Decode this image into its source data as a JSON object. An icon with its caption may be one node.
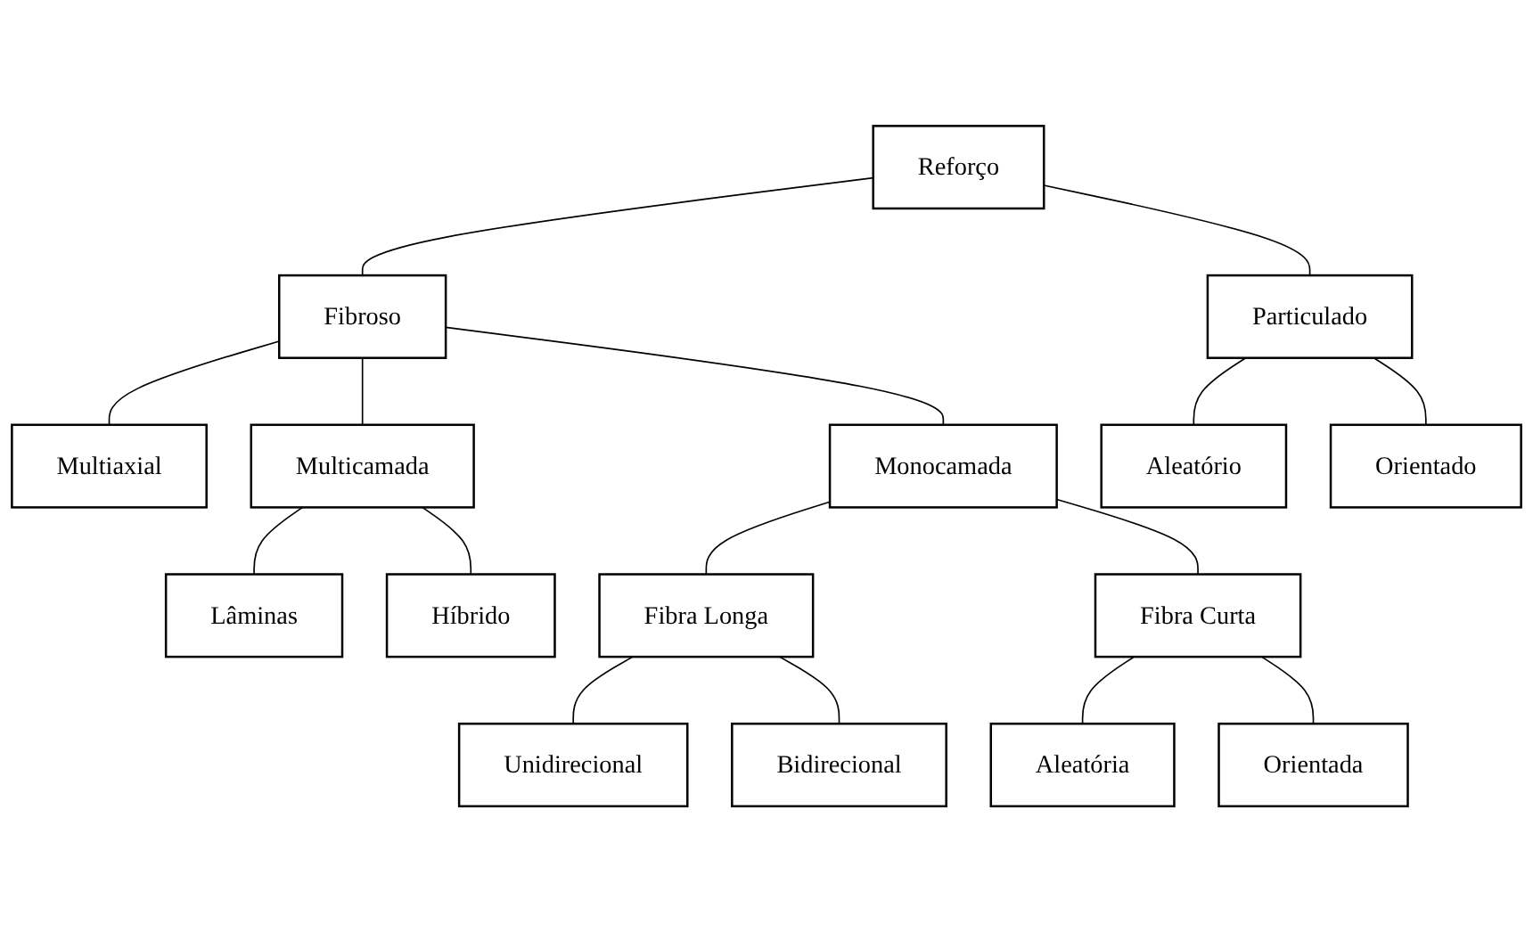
{
  "diagram": {
    "nodes": [
      {
        "text": [
          "Reforço"
        ]
      },
      {
        "text": [
          "Fibroso"
        ]
      },
      {
        "text": [
          "Particulado"
        ]
      },
      {
        "text": [
          "Multiaxial"
        ]
      },
      {
        "text": [
          "Multicamada"
        ]
      },
      {
        "text": [
          "Lâminas"
        ]
      },
      {
        "text": [
          "Híbrido"
        ]
      },
      {
        "text": [
          "Monocamada"
        ]
      },
      {
        "text": [
          "Fibra Longa"
        ]
      },
      {
        "text": [
          "Unidirecional"
        ]
      },
      {
        "text": [
          "Bidirecional"
        ]
      },
      {
        "text": [
          "Fibra Curta"
        ]
      },
      {
        "text": [
          "Aleatória"
        ]
      },
      {
        "text": [
          "Orientada"
        ]
      },
      {
        "text": [
          "Aleatório"
        ]
      },
      {
        "text": [
          "Orientado"
        ]
      }
    ],
    "edges": [
      {
        "from": 0,
        "to": 1,
        "arrow": "none"
      },
      {
        "from": 0,
        "to": 2,
        "arrow": "none"
      },
      {
        "from": 1,
        "to": 3,
        "arrow": "none"
      },
      {
        "from": 1,
        "to": 4,
        "arrow": "none"
      },
      {
        "from": 1,
        "to": 7,
        "arrow": "none"
      },
      {
        "from": 4,
        "to": 5,
        "arrow": "none"
      },
      {
        "from": 4,
        "to": 6,
        "arrow": "none"
      },
      {
        "from": 7,
        "to": 8,
        "arrow": "none"
      },
      {
        "from": 7,
        "to": 11,
        "arrow": "none"
      },
      {
        "from": 8,
        "to": 9,
        "arrow": "none"
      },
      {
        "from": 8,
        "to": 10,
        "arrow": "none"
      },
      {
        "from": 11,
        "to": 12,
        "arrow": "none"
      },
      {
        "from": 11,
        "to": 13,
        "arrow": "none"
      },
      {
        "from": 2,
        "to": 14,
        "arrow": "none"
      },
      {
        "from": 2,
        "to": 15,
        "arrow": "none"
      }
    ]
  }
}
